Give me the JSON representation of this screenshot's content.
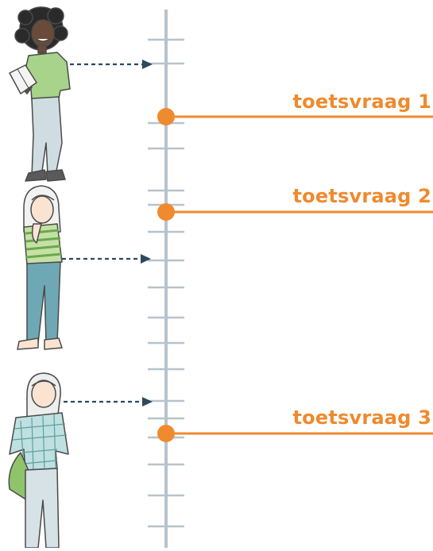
{
  "colors": {
    "accent": "#ef8a2e",
    "scale": "#b7c3cc",
    "arrow": "#2b4a5e",
    "outline": "#4a4a4a"
  },
  "questions": [
    {
      "label": "toetsvraag 1"
    },
    {
      "label": "toetsvraag 2"
    },
    {
      "label": "toetsvraag 3"
    }
  ],
  "students": [
    {
      "name": "student-1",
      "shirt": "#a7d38a",
      "pants": "#cfdde3",
      "skin": "#6b4a3a",
      "hair": "#2a2a2a",
      "prop": "book"
    },
    {
      "name": "student-2",
      "shirt": "#c5e0a5",
      "pants": "#6fa8b5",
      "skin": "#fbe3d2",
      "hair": "#f2f2f2",
      "prop": "none"
    },
    {
      "name": "student-3",
      "shirt": "#bfe0e0",
      "pants": "#d7e2e6",
      "skin": "#fbe3d2",
      "hair": "#eeeeee",
      "prop": "bag"
    }
  ]
}
